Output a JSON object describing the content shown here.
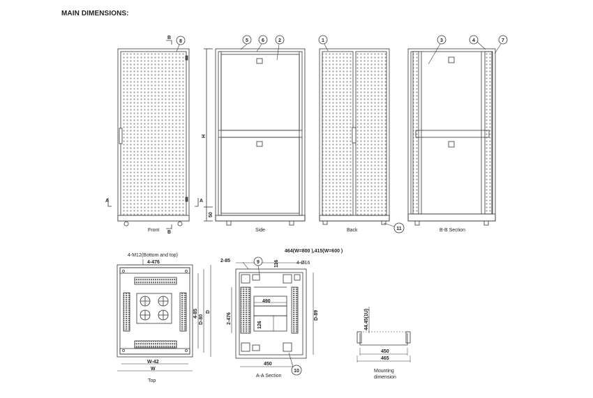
{
  "header": {
    "title": "MAIN DIMENSIONS:"
  },
  "views": {
    "front": "Front",
    "side": "Side",
    "back": "Back",
    "section_bb": "B-B  Section",
    "top": "Top",
    "section_aa": "A-A  Section",
    "mounting_line1": "Mounting",
    "mounting_line2": "dimension"
  },
  "markers": {
    "b_top": "B",
    "b_bottom": "B",
    "a_left": "A",
    "a_right": "A",
    "n1": "1",
    "n2": "2",
    "n3": "3",
    "n4": "4",
    "n5": "5",
    "n6": "6",
    "n7": "7",
    "n8": "8",
    "n9": "9",
    "n10": "10",
    "n11": "11"
  },
  "dimensions": {
    "height": "H",
    "plinth": "50",
    "m12_note": "4-M12(Bottom and top)",
    "top_holes": "4-476",
    "top_w42": "W-42",
    "top_w": "W",
    "top_d80": "D-80",
    "top_d": "D",
    "top_d85": "4-85",
    "aa_top_note": "464(W=800 ),415(W=600 )",
    "aa_285": "2-85",
    "aa_116": "116",
    "aa_phi16": "4-Ø16",
    "aa_490": "490",
    "aa_2476": "2-476",
    "aa_126": "126",
    "aa_d89": "D-89",
    "aa_450": "450",
    "mount_u": "44.45(1U)",
    "mount_450": "450",
    "mount_465": "465"
  }
}
